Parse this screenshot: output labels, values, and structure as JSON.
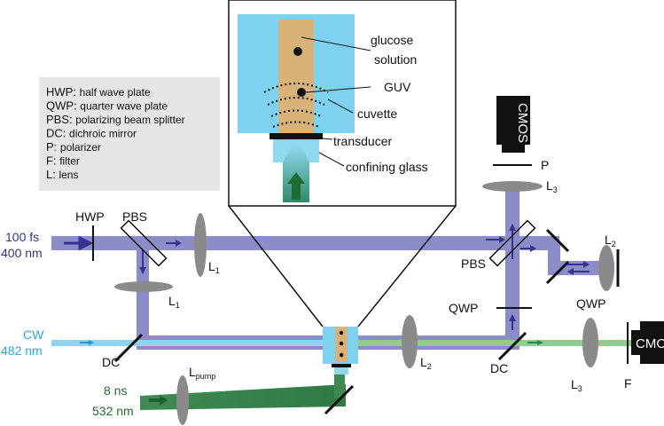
{
  "legend": {
    "items": [
      {
        "abbr": "HWP",
        "desc": "half wave plate"
      },
      {
        "abbr": "QWP",
        "desc": "quarter wave plate"
      },
      {
        "abbr": "PBS",
        "desc": "polarizing beam splitter"
      },
      {
        "abbr": "DC",
        "desc": "dichroic mirror"
      },
      {
        "abbr": "P",
        "desc": "polarizer"
      },
      {
        "abbr": "F",
        "desc": "filter"
      },
      {
        "abbr": "L",
        "desc": "lens"
      }
    ]
  },
  "sources": {
    "probe_line1": "100 fs",
    "probe_line2": "400 nm",
    "cw_line1": "CW",
    "cw_line2": "482 nm",
    "pump_line1": "8 ns",
    "pump_line2": "532 nm"
  },
  "labels": {
    "hwp": "HWP",
    "pbs_top": "PBS",
    "l1_main": "L",
    "l1_main_sub": "1",
    "l1_lower": "L",
    "l1_lower_sub": "1",
    "dc_left": "DC",
    "lpump": "L",
    "lpump_sub": "pump",
    "l2_center": "L",
    "l2_center_sub": "2",
    "qwp_mid": "QWP",
    "dc_right": "DC",
    "pbs_right": "PBS",
    "l2_right": "L",
    "l2_right_sub": "2",
    "qwp_right": "QWP",
    "p": "P",
    "l3_top": "L",
    "l3_top_sub": "3",
    "l3_bottom": "L",
    "l3_bottom_sub": "3",
    "f": "F",
    "cmos_top": "CMOS",
    "cmos_right": "CMOS"
  },
  "inset": {
    "glucose_line1": "glucose",
    "glucose_line2": "solution",
    "guv": "GUV",
    "cuvette": "cuvette",
    "transducer": "transducer",
    "confining_glass": "confining glass"
  },
  "colors": {
    "probe_beam": "#8c8cc9",
    "probe_text": "#34338d",
    "cw_beam": "#8fd3f0",
    "cw_text": "#2aa7df",
    "pump_beam": "#3f8a53",
    "pump_text": "#256b35",
    "green_beam": "#8fce88",
    "cuvette_fill": "#7fd1f0",
    "solution_fill": "#d9b27a",
    "legend_bg": "#e6e6e6",
    "optic_gray": "#8a8a8a"
  }
}
